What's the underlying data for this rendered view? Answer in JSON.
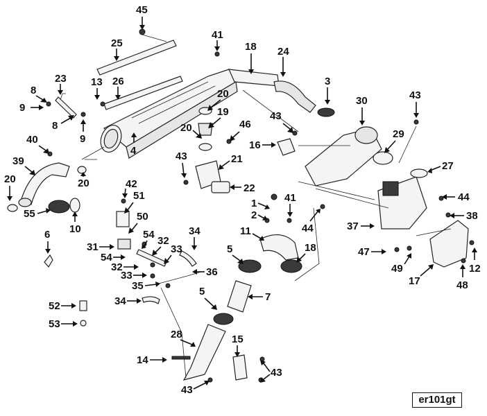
{
  "figure_id": "er101gt",
  "callouts": [
    "45",
    "41",
    "25",
    "18",
    "24",
    "23",
    "13",
    "26",
    "3",
    "8",
    "9",
    "20",
    "19",
    "43",
    "30",
    "9",
    "8",
    "20",
    "46",
    "40",
    "4",
    "16",
    "29",
    "39",
    "20",
    "21",
    "27",
    "20",
    "22",
    "42",
    "44",
    "51",
    "41",
    "1",
    "55",
    "10",
    "2",
    "44",
    "38",
    "6",
    "50",
    "34",
    "37",
    "54",
    "11",
    "32",
    "18",
    "31",
    "5",
    "54",
    "33",
    "47",
    "32",
    "12",
    "49",
    "36",
    "33",
    "17",
    "35",
    "48",
    "34",
    "5",
    "7",
    "52",
    "53",
    "28",
    "15",
    "14",
    "43",
    "43"
  ]
}
